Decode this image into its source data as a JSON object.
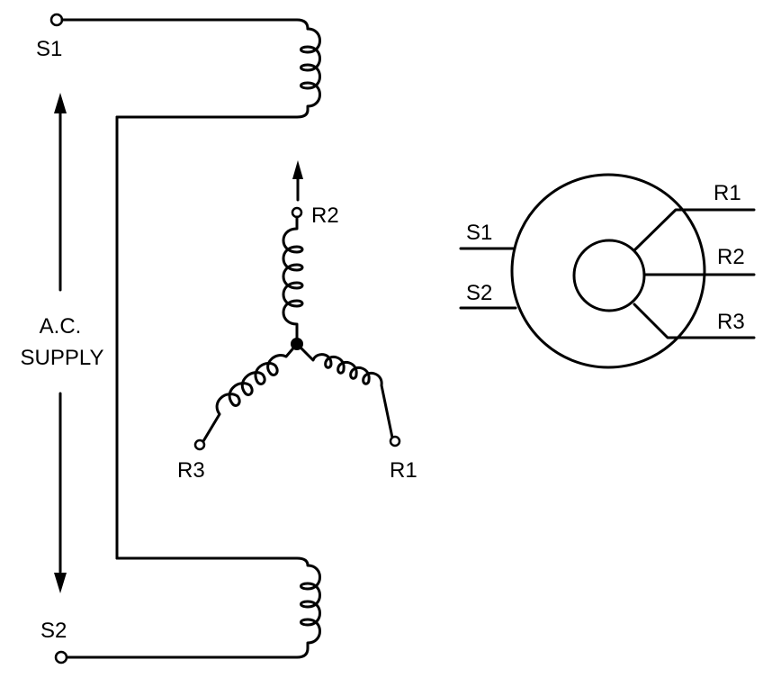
{
  "labels": {
    "s1_top": "S1",
    "s2_bottom": "S2",
    "supply_line1": "A.C.",
    "supply_line2": "SUPPLY",
    "rotor_r1": "R1",
    "rotor_r2": "R2",
    "rotor_r3": "R3",
    "sym_s1": "S1",
    "sym_s2": "S2",
    "sym_r1": "R1",
    "sym_r2": "R2",
    "sym_r3": "R3"
  }
}
